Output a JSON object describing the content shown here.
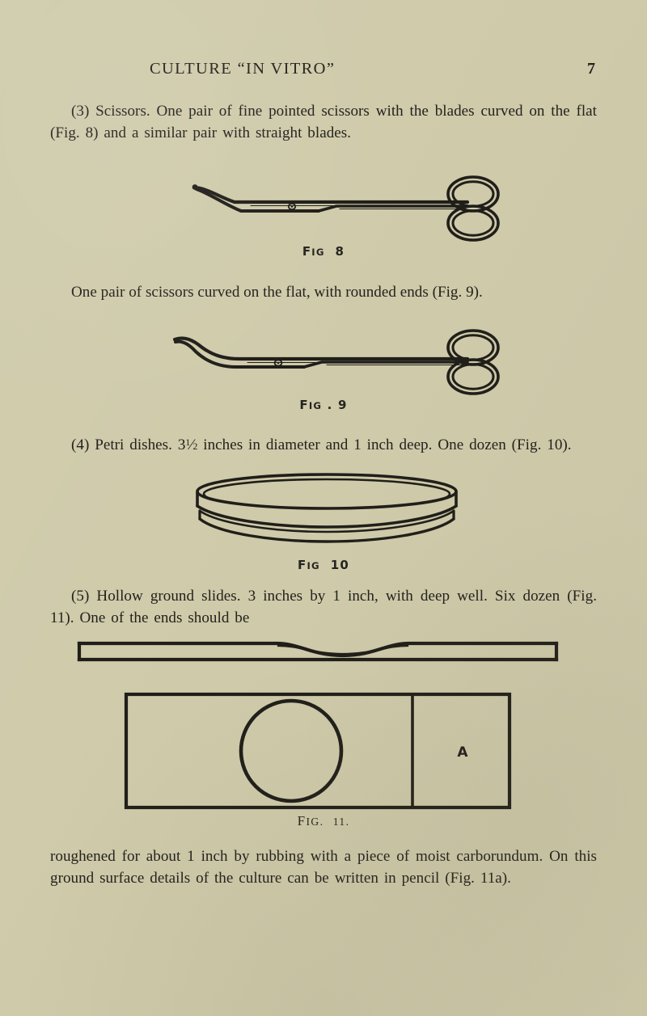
{
  "page": {
    "background_color": "#cfcbab",
    "ink_color": "#23211c",
    "running_head": "CULTURE “IN VITRO”",
    "page_number": "7"
  },
  "paragraphs": {
    "item3": {
      "label": "(3)",
      "lead": "Scissors.",
      "text": "(3) Scissors.  One pair of fine pointed scissors with the blades curved on the flat (Fig. 8) and a similar pair with straight blades."
    },
    "item3b": {
      "text": "One pair of scissors curved on the flat, with rounded ends (Fig. 9)."
    },
    "item4": {
      "label": "(4)",
      "lead": "Petri dishes.",
      "text_before_fraction": "(4) Petri dishes.   3",
      "fraction_numerator": "1",
      "fraction_denominator": "2",
      "text_after_fraction": " inches in diameter and 1 inch deep. One dozen (Fig. 10)."
    },
    "item5": {
      "label": "(5)",
      "lead": "Hollow ground slides.",
      "text": "(5) Hollow ground slides.  3 inches by 1 inch, with deep well.  Six dozen (Fig. 11).  One of the ends should be"
    },
    "item5_cont": {
      "text": "roughened for about 1 inch by rubbing with a piece of moist carborundum.  On this ground surface details of the culture can be written in pencil (Fig. 11a)."
    }
  },
  "figures": [
    {
      "id": "fig8",
      "caption": "Fig 8",
      "caption_prefix": "F",
      "caption_smallcaps": "IG",
      "caption_number": "8",
      "description": "line drawing of fine pointed scissors with blades curved on the flat, two finger rings at right"
    },
    {
      "id": "fig9",
      "caption": "Fig . 9",
      "caption_prefix": "F",
      "caption_smallcaps": "IG",
      "caption_number": ". 9",
      "description": "line drawing of scissors curved on the flat with rounded blunt ends, two finger rings at right"
    },
    {
      "id": "fig10",
      "caption": "Fig 10",
      "caption_prefix": "F",
      "caption_smallcaps": "IG",
      "caption_number": "10",
      "description": "perspective line drawing of a Petri dish with lid resting on base"
    },
    {
      "id": "fig11",
      "caption": "Fig. 11.",
      "caption_prefix": "F",
      "caption_smallcaps": "IG.",
      "caption_number": "11.",
      "description": "hollow ground slide shown in edge profile above and plan view below, circular well at centre, divider line near right end",
      "label_a": "A"
    }
  ]
}
